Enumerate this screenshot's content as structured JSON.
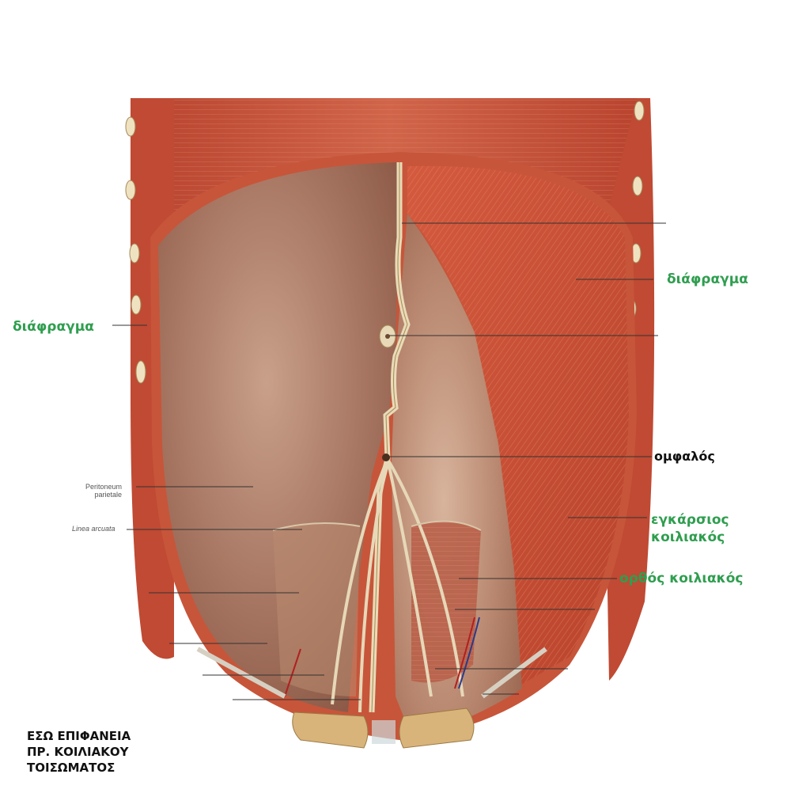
{
  "labels": {
    "diaphragm_right": "διάφραγμα",
    "diaphragm_left": "διάφραγμα",
    "umbilicus": "ομφαλός",
    "transversus_line1": "εγκάρσιος",
    "transversus_line2": "κοιλιακός",
    "rectus": "ορθός κοιλιακός",
    "peritoneum_line1": "Peritoneum",
    "peritoneum_line2": "parietale",
    "linea_arcuata": "Linea arcuata"
  },
  "caption": {
    "line1": "ΕΣΩ ΕΠΙΦΑΝΕΙΑ",
    "line2": "ΠΡ. ΚΟΙΛΙΑΚΟΥ",
    "line3": "ΤΟΙΣΩΜΑΤΟΣ"
  },
  "colors": {
    "label_green": "#2f9e4f",
    "muscle": "#c9553d",
    "peritoneum": "#a8735a",
    "tendon": "#e8d9b8",
    "bone": "#d9b47a"
  },
  "icons": [
    "illustration-anatomy"
  ]
}
